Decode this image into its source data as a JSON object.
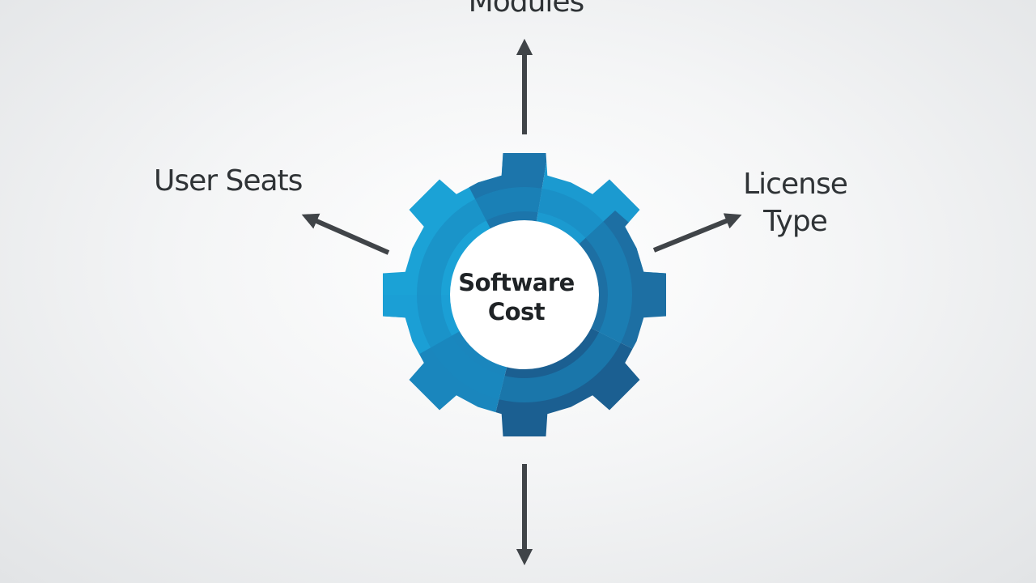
{
  "diagram": {
    "center": {
      "line1": "Software",
      "line2": "Cost"
    },
    "factors": {
      "top": "Modules",
      "left": "User Seats",
      "right_line1": "License",
      "right_line2": "Type"
    },
    "colors": {
      "gear_light": "#199ed3",
      "gear_mid": "#1a83b8",
      "gear_dark": "#1b5f91",
      "arrow": "#404448",
      "text": "#2f3336"
    }
  }
}
